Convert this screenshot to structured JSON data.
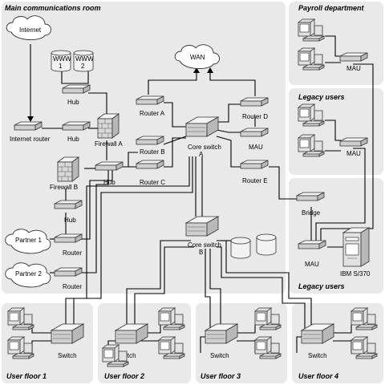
{
  "regions": {
    "main": "Main communications room",
    "payroll": "Payroll department",
    "legacy_right": "Legacy users",
    "legacy_bottom": "Legacy users",
    "floor1": "User floor 1",
    "floor2": "User floor 2",
    "floor3": "User floor 3",
    "floor4": "User floor 4"
  },
  "clouds": {
    "internet": "Internet",
    "wan": "WAN",
    "partner1": "Partner 1",
    "partner2": "Partner 2"
  },
  "servers": {
    "www1_top": "WWW",
    "www1_num": "1",
    "www2_top": "WWW",
    "www2_num": "2"
  },
  "devices": {
    "hub_top": "Hub",
    "internet_router": "Internet router",
    "hub_mid": "Hub",
    "firewall_a": "Firewall A",
    "router_a": "Router A",
    "router_b": "Router B",
    "router_c": "Router C",
    "router_d": "Router D",
    "router_e": "Router E",
    "core_switch_a_1": "Core switch",
    "core_switch_a_2": "A",
    "core_switch_b_1": "Core switch",
    "core_switch_b_2": "B",
    "hub_lower": "Hub",
    "firewall_b": "Firewall B",
    "hub_b": "Hub",
    "router_p1": "Router",
    "router_p2": "Router",
    "mau_d": "MAU",
    "bridge": "Bridge",
    "mau_payroll": "MAU",
    "mau_legacy": "MAU",
    "mau_bottom": "MAU",
    "ibm": "IBM S/370",
    "switch1": "Switch",
    "switch2": "Switch",
    "switch3": "Switch",
    "switch4": "Switch"
  },
  "icons": {
    "device": "network-device-icon",
    "pc": "desktop-pc-icon",
    "cloud": "cloud-icon",
    "firewall": "firewall-icon",
    "server": "server-icon",
    "mainframe": "mainframe-icon",
    "storage": "storage-drum-icon"
  }
}
